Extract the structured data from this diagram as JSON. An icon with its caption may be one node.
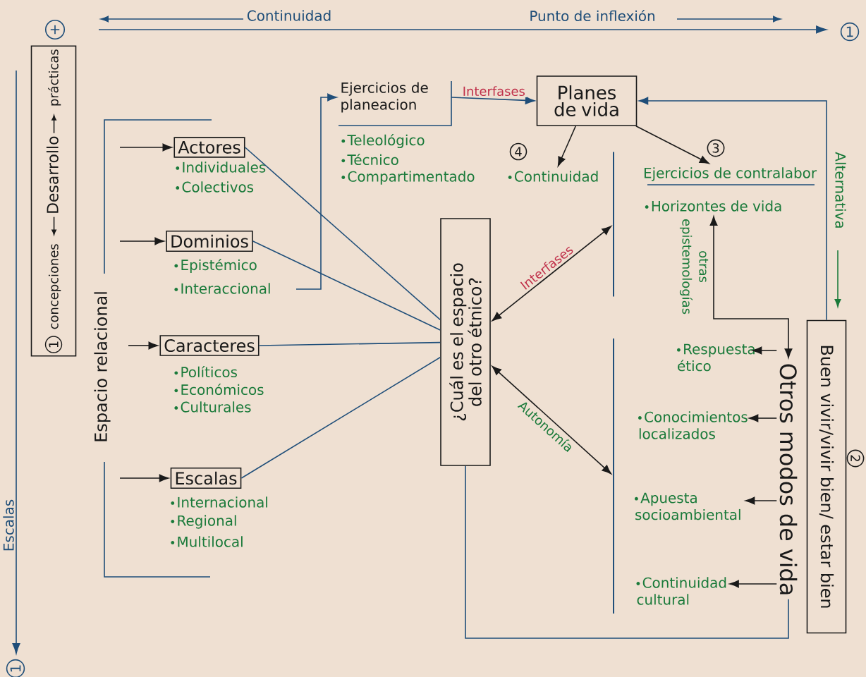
{
  "diagram": {
    "nodes": [
      {
        "text": [
          "1",
          "concepciones",
          "Desarrollo",
          "prácticas"
        ]
      },
      {
        "text": [
          "Actores"
        ],
        "beside": [
          "Individuales",
          "Colectivos"
        ]
      },
      {
        "text": [
          "Dominios"
        ],
        "beside": [
          "Epistémico",
          "Interaccional"
        ]
      },
      {
        "text": [
          "Caracteres"
        ],
        "beside": [
          "Políticos",
          "Económicos",
          "Culturales"
        ]
      },
      {
        "text": [
          "Escalas"
        ],
        "beside": [
          "Internacional",
          "Regional",
          "Multilocal"
        ]
      },
      {
        "text": [
          "Ejercicios de planeacion"
        ],
        "beside": [
          "Teleológico",
          "Técnico",
          "Compartimentado"
        ]
      },
      {
        "text": [
          "Planes de vida"
        ]
      },
      {
        "text": [
          "Continuidad"
        ]
      },
      {
        "text": [
          "Ejercicios de contralabor"
        ]
      },
      {
        "text": [
          "Horizontes de vida"
        ]
      },
      {
        "text": [
          "¿Cuál es el espacio del otro étnico?"
        ]
      },
      {
        "text": [],
        "shape": "bar"
      },
      {
        "text": [],
        "shape": "bar"
      },
      {
        "text": [
          "Respuesta ético"
        ]
      },
      {
        "text": [
          "Conocimientos localizados"
        ]
      },
      {
        "text": [
          "Apuesta socioambiental"
        ]
      },
      {
        "text": [
          "Continuidad cultural"
        ]
      },
      {
        "text": [
          "Otros modos de vida"
        ]
      },
      {
        "text": [
          "Buen vivir/vivir bien/ estar bien"
        ],
        "beside": [
          "2"
        ]
      }
    ],
    "edges": [
      {
        "from": null,
        "to": 1,
        "arrow": "to"
      },
      {
        "from": null,
        "to": 2,
        "arrow": "to"
      },
      {
        "from": null,
        "to": 3,
        "arrow": "to"
      },
      {
        "from": null,
        "to": 4,
        "arrow": "to"
      },
      {
        "from": 1,
        "to": 10,
        "arrow": "none",
        "color": "#1f4e79"
      },
      {
        "from": 2,
        "to": 10,
        "arrow": "none",
        "color": "#1f4e79"
      },
      {
        "from": 3,
        "to": 10,
        "arrow": "none",
        "color": "#1f4e79"
      },
      {
        "from": 4,
        "to": 10,
        "arrow": "none",
        "color": "#1f4e79"
      },
      {
        "from": null,
        "to": 5,
        "arrow": "to",
        "color": "#1f4e79"
      },
      {
        "from": 5,
        "to": 6,
        "arrow": "to",
        "label": "Interfases",
        "color": "#1f4e79"
      },
      {
        "from": 6,
        "to": 7,
        "arrow": "to"
      },
      {
        "from": 6,
        "to": 8,
        "arrow": "to"
      },
      {
        "from": 18,
        "to": 6,
        "arrow": "to",
        "color": "#1f4e79"
      },
      {
        "from": 10,
        "to": 11,
        "arrow": "both",
        "label": "Interfases"
      },
      {
        "from": 10,
        "to": 12,
        "arrow": "both",
        "label": "Autonomía"
      },
      {
        "from": 9,
        "to": 17,
        "arrow": "both",
        "label": "otras epistemologías"
      },
      {
        "from": 17,
        "to": 13,
        "arrow": "to"
      },
      {
        "from": 17,
        "to": 14,
        "arrow": "to"
      },
      {
        "from": 17,
        "to": 15,
        "arrow": "to"
      },
      {
        "from": 17,
        "to": 16,
        "arrow": "to"
      },
      {
        "from": 10,
        "to": 17,
        "arrow": "none",
        "color": "#1f4e79"
      }
    ],
    "labels": [
      "Continuidad",
      "Punto de inflexión",
      "+",
      "1",
      "Escalas",
      "1",
      "Espacio relacional",
      "4",
      "3",
      "Alternativa"
    ]
  }
}
